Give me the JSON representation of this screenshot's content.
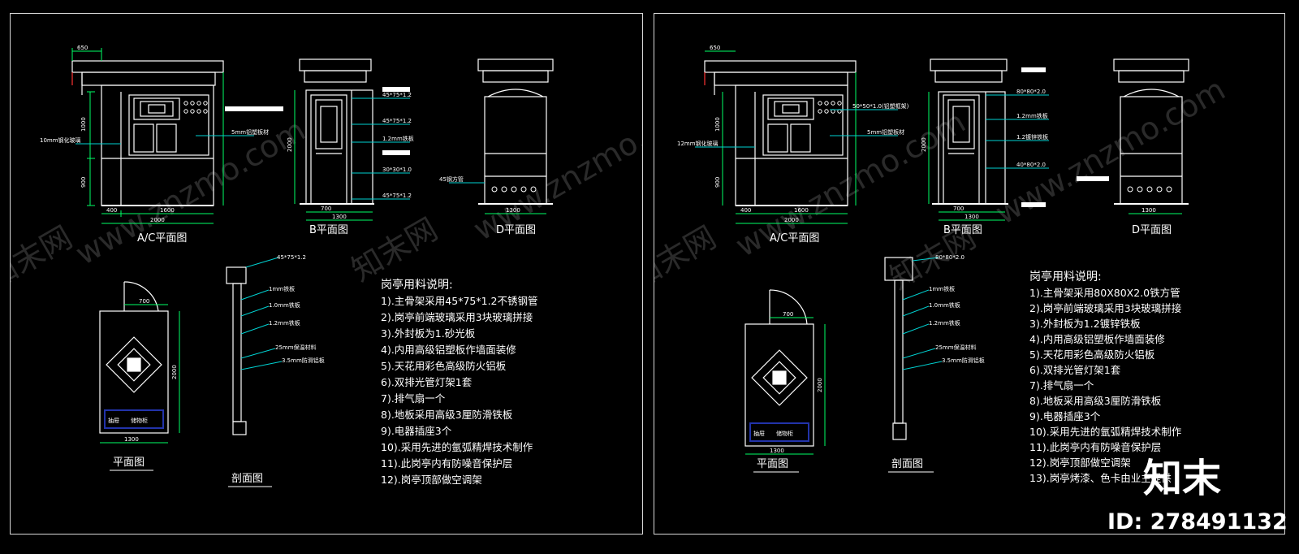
{
  "colors": {
    "background": "#000000",
    "outline": "#ffffff",
    "dimension": "#00ff66",
    "leader": "#00d2d2",
    "blue": "#2233aa",
    "red_accent": "#ff3333"
  },
  "watermark": {
    "text": "www.znzmo.com",
    "brand_cn": "知末网",
    "logo": "知末",
    "id": "ID: 278491132"
  },
  "sheets": [
    {
      "views": {
        "ac": "A/C平面图",
        "b": "B平面图",
        "d": "D平面图",
        "plan": "平面图",
        "section": "剖面图"
      },
      "dims": {
        "top": "650",
        "left_a": "1000",
        "left_b": "900",
        "bottom_a": "400",
        "bottom_b": "1600",
        "total": "2000",
        "b_height": "2000",
        "b_bottom_a": "700",
        "b_bottom_b": "1300",
        "d_bottom": "1300",
        "plan_top": "700",
        "plan_side": "2000",
        "plan_bottom": "1300"
      },
      "callouts": {
        "glass": "10mm钢化玻璃",
        "sheet": "5mm铝塑板材",
        "b1": "45*75*1.2",
        "b2": "45*75*1.2",
        "b3": "1.2mm铁板",
        "b4": "30*30*1.0",
        "b5": "45*75*1.2",
        "d1": "45钢方管",
        "sec0": "45*75*1.2",
        "sec1": "1mm铁板",
        "sec2": "1.0mm铁板",
        "sec3": "1.2mm铁板",
        "sec4": "25mm保温材料",
        "sec5": "3.5mm防滑铝板"
      },
      "plan_labels": {
        "left": "抽屉",
        "right": "储物柜"
      },
      "notes_title": "岗亭用料说明:",
      "notes": [
        "1).主骨架采用45*75*1.2不锈钢管",
        "2).岗亭前端玻璃采用3块玻璃拼接",
        "3).外封板为1.砂光板",
        "4).内用高级铝塑板作墙面装修",
        "5).天花用彩色高级防火铝板",
        "6).双排光管灯架1套",
        "7).排气扇一个",
        "8).地板采用高级3厘防滑铁板",
        "9).电器插座3个",
        "10).采用先进的氩弧精焊技术制作",
        "11).此岗亭内有防噪音保护层",
        "12).岗亭顶部做空调架"
      ]
    },
    {
      "views": {
        "ac": "A/C平面图",
        "b": "B平面图",
        "d": "D平面图",
        "plan": "平面图",
        "section": "剖面图"
      },
      "dims": {
        "top": "650",
        "left_a": "1000",
        "left_b": "900",
        "bottom_a": "400",
        "bottom_b": "1600",
        "total": "2000",
        "b_height": "2000",
        "b_bottom_a": "700",
        "b_bottom_b": "1300",
        "d_bottom": "1300",
        "plan_top": "700",
        "plan_side": "2000",
        "plan_bottom": "1300"
      },
      "callouts": {
        "glass": "12mm钢化玻璃",
        "sheet": "5mm铝塑板材",
        "b1": "80*80*2.0",
        "b2": "1.2mm铁板",
        "b3": "1.2镀锌铁板",
        "b4": "40*80*2.0",
        "b5": "50*50*1.0(铝塑框架)",
        "d1": "",
        "sec0": "80*80*2.0",
        "sec1": "1mm铁板",
        "sec2": "1.0mm铁板",
        "sec3": "1.2mm铁板",
        "sec4": "25mm保温材料",
        "sec5": "3.5mm防滑铝板"
      },
      "plan_labels": {
        "left": "抽屉",
        "right": "储物柜"
      },
      "notes_title": "岗亭用料说明:",
      "notes": [
        "1).主骨架采用80X80X2.0铁方管",
        "2).岗亭前端玻璃采用3块玻璃拼接",
        "3).外封板为1.2镀锌铁板",
        "4).内用高级铝塑板作墙面装修",
        "5).天花用彩色高级防火铝板",
        "6).双排光管灯架1套",
        "7).排气扇一个",
        "8).地板采用高级3厘防滑铁板",
        "9).电器插座3个",
        "10).采用先进的氩弧精焊技术制作",
        "11).此岗亭内有防噪音保护层",
        "12).岗亭顶部做空调架",
        "13).岗亭烤漆、色卡由业主提供"
      ]
    }
  ]
}
